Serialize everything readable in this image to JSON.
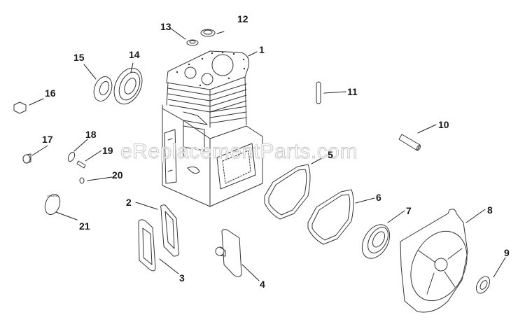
{
  "diagram": {
    "type": "exploded-parts-diagram",
    "subject": "engine cylinder block assembly",
    "line_color": "#333333",
    "background": "#ffffff"
  },
  "watermark": {
    "text": "eReplacementParts.com"
  },
  "callouts": [
    {
      "id": "1",
      "label": "1",
      "part": "cylinder block"
    },
    {
      "id": "2",
      "label": "2",
      "part": "gasket"
    },
    {
      "id": "3",
      "label": "3",
      "part": "cover plate"
    },
    {
      "id": "4",
      "label": "4",
      "part": "cover with breather"
    },
    {
      "id": "5",
      "label": "5",
      "part": "gasket"
    },
    {
      "id": "6",
      "label": "6",
      "part": "gasket"
    },
    {
      "id": "7",
      "label": "7",
      "part": "ball bearing"
    },
    {
      "id": "8",
      "label": "8",
      "part": "bearing plate"
    },
    {
      "id": "9",
      "label": "9",
      "part": "oil seal"
    },
    {
      "id": "10",
      "label": "10",
      "part": "pin"
    },
    {
      "id": "11",
      "label": "11",
      "part": "dowel pin"
    },
    {
      "id": "12",
      "label": "12",
      "part": "bushing"
    },
    {
      "id": "13",
      "label": "13",
      "part": "washer"
    },
    {
      "id": "14",
      "label": "14",
      "part": "ball bearing"
    },
    {
      "id": "15",
      "label": "15",
      "part": "oil seal"
    },
    {
      "id": "16",
      "label": "16",
      "part": "plug"
    },
    {
      "id": "17",
      "label": "17",
      "part": "plug"
    },
    {
      "id": "18",
      "label": "18",
      "part": "washer"
    },
    {
      "id": "19",
      "label": "19",
      "part": "pin"
    },
    {
      "id": "20",
      "label": "20",
      "part": "plug"
    },
    {
      "id": "21",
      "label": "21",
      "part": "cap"
    }
  ]
}
